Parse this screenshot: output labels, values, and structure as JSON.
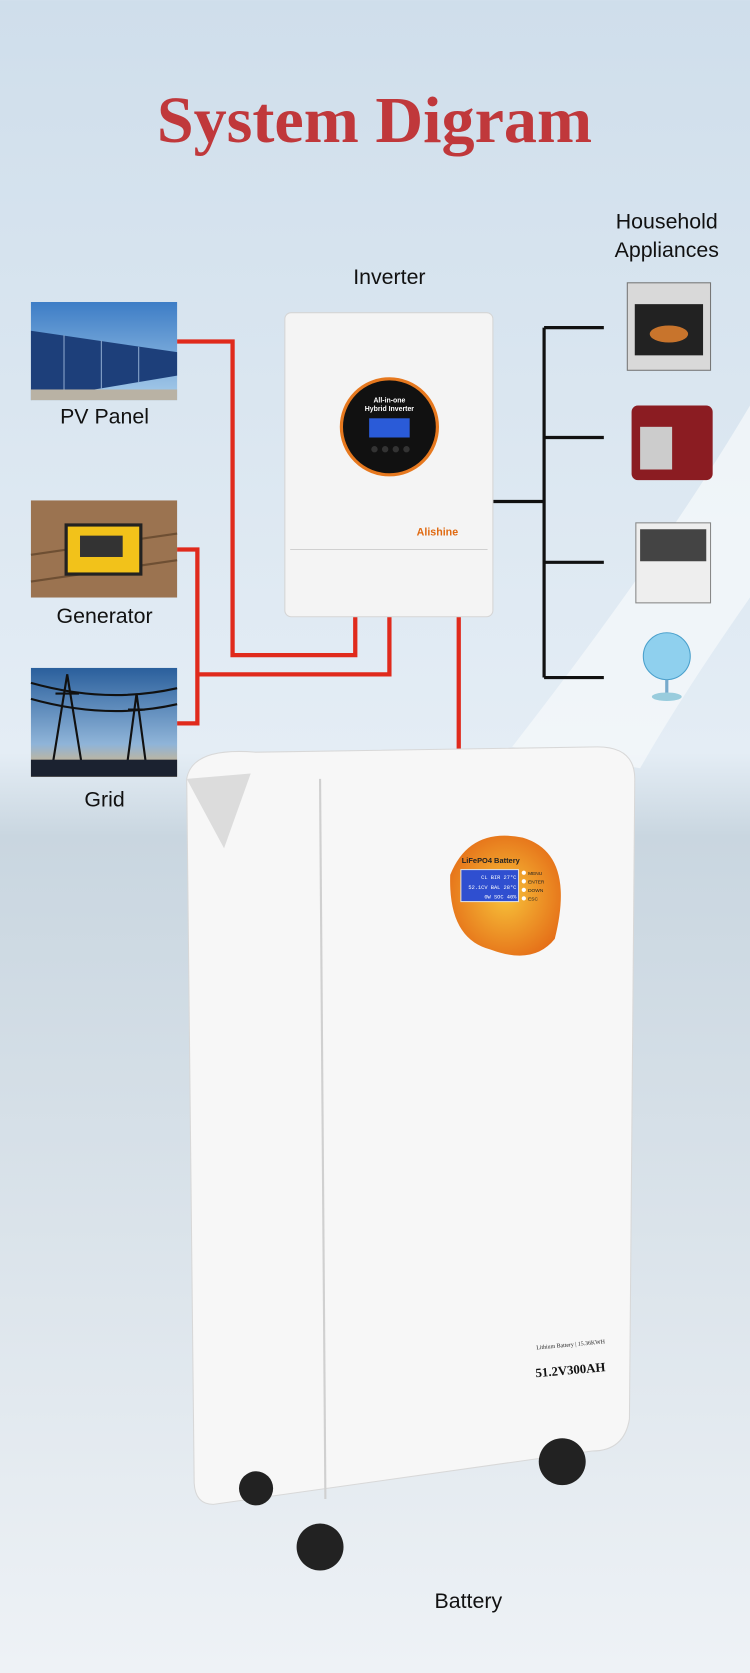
{
  "title": "System Digram",
  "colors": {
    "title": "#c0383b",
    "ac_line": "#e02a1c",
    "load_line": "#111111"
  },
  "labels": {
    "inverter": "Inverter",
    "household_line1": "Household",
    "household_line2": "Appliances",
    "pv_panel": "PV Panel",
    "generator": "Generator",
    "grid": "Grid",
    "battery": "Battery"
  },
  "inverter": {
    "panel_line1": "All-in-one",
    "panel_line2": "Hybrid Inverter",
    "brand": "Alishine"
  },
  "battery": {
    "badge_title": "LiFePO4 Battery",
    "lcd_lines": [
      "CL BIR 27°C",
      "52.1CV BAL 28°C",
      "0W SOC 40%"
    ],
    "buttons": [
      "MENU",
      "ENTER",
      "DOWN",
      "ESC"
    ],
    "spec_small": "Lithium Battery | 15.36KWH",
    "spec_large": "51.2V300AH"
  },
  "appliances": [
    "oven-icon",
    "coffee-machine-icon",
    "dishwasher-icon",
    "fan-icon"
  ]
}
